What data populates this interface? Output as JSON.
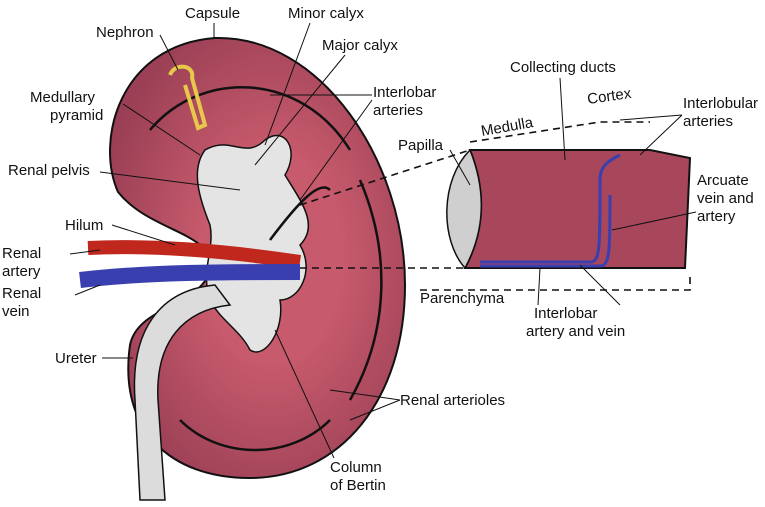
{
  "labels": {
    "capsule": "Capsule",
    "nephron": "Nephron",
    "minor_calyx": "Minor calyx",
    "major_calyx": "Major calyx",
    "medullary_pyramid": [
      "Medullary",
      "pyramid"
    ],
    "interlobar_arteries": [
      "Interlobar",
      "arteries"
    ],
    "renal_pelvis": "Renal pelvis",
    "hilum": "Hilum",
    "renal_artery": [
      "Renal",
      "artery"
    ],
    "renal_vein": [
      "Renal",
      "vein"
    ],
    "ureter": "Ureter",
    "collecting_ducts": "Collecting ducts",
    "medulla": "Medulla",
    "cortex": "Cortex",
    "interlobular_arteries": [
      "Interlobular",
      "arteries"
    ],
    "papilla": "Papilla",
    "arcuate": [
      "Arcuate",
      "vein and",
      "artery"
    ],
    "parenchyma": "Parenchyma",
    "interlobar_artery_vein": [
      "Interlobar",
      "artery and vein"
    ],
    "renal_arterioles": "Renal arterioles",
    "column_of_bertin": [
      "Column",
      "of Bertin"
    ]
  },
  "colors": {
    "tissue": "#a8475c",
    "tissue_dark": "#7d2a3e",
    "artery": "#c0281e",
    "vein": "#3a3fb0",
    "pelvis": "#e4e4e4",
    "nephron": "#e8c84a"
  }
}
